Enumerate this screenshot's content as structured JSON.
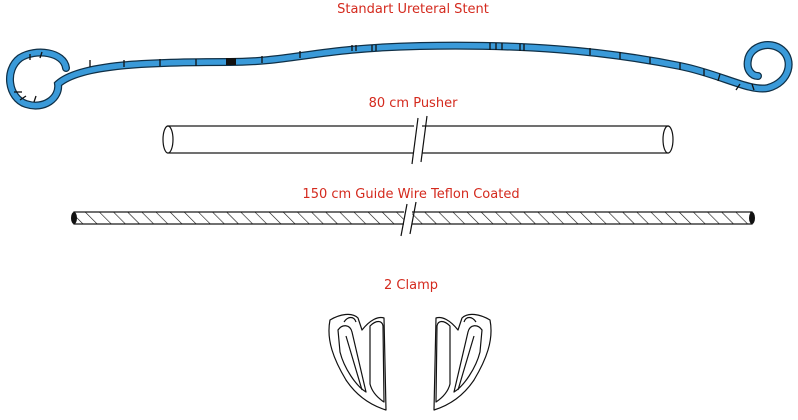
{
  "labels": {
    "stent": "Standart Ureteral Stent",
    "pusher": "80 cm Pusher",
    "guide_wire": "150 cm Guide Wire Teflon Coated",
    "clamp": "2 Clamp"
  },
  "colors": {
    "label": "#d42a1e",
    "stent_fill": "#3a9ad9",
    "stent_outline": "#0f3047",
    "marks": "#111111",
    "outline": "#111111"
  }
}
